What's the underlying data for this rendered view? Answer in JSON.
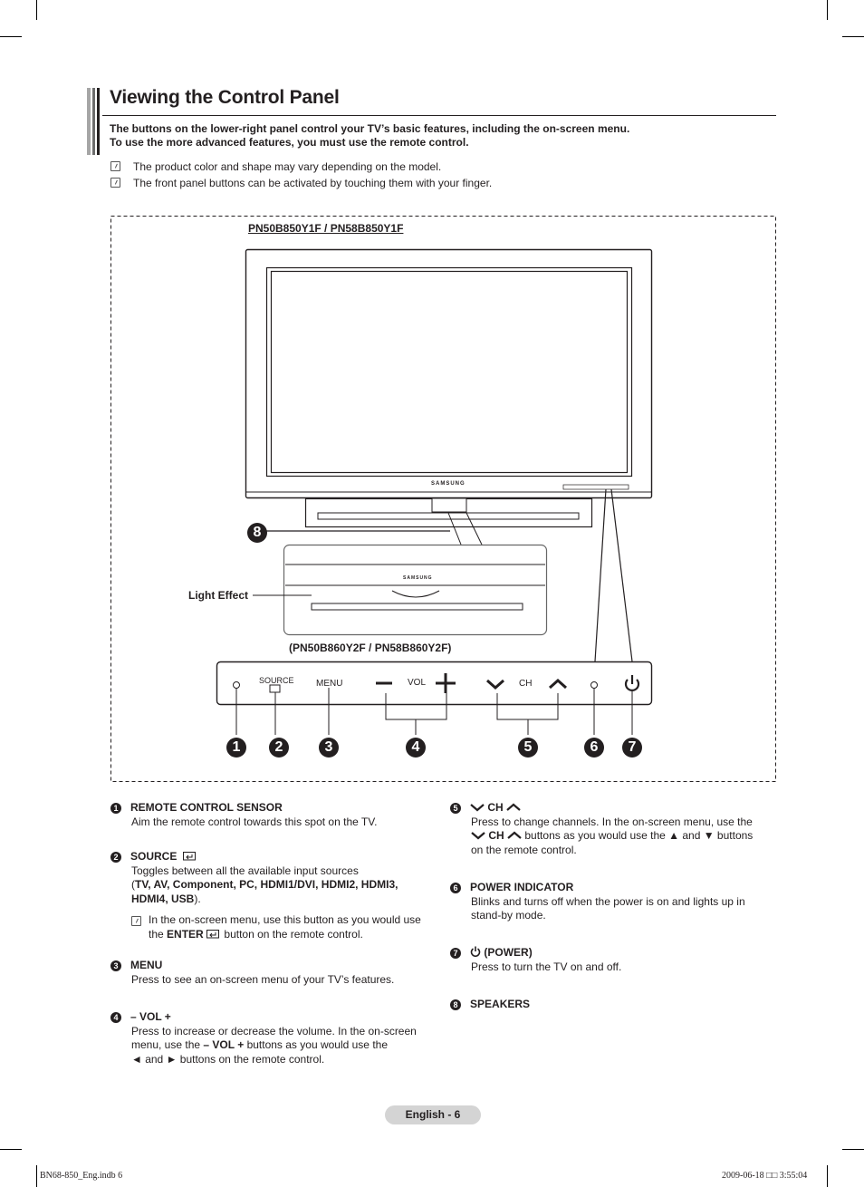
{
  "page": {
    "title": "Viewing the Control Panel",
    "intro_line1": "The buttons on the lower-right panel control your TV’s basic features, including the on-screen menu.",
    "intro_line2": "To use the more advanced features, you must use the remote control.",
    "notes": [
      "The product color and shape may vary depending on the model.",
      "The front panel buttons can be activated by touching them with your finger."
    ]
  },
  "figure": {
    "model_top": "PN50B850Y1F / PN58B850Y1F",
    "model_bottom": "(PN50B860Y2F / PN58B860Y2F)",
    "brand": "SAMSUNG",
    "light_effect_label": "Light Effect",
    "panel_labels": {
      "source": "SOURCE",
      "menu": "MENU",
      "vol": "VOL",
      "ch": "CH"
    },
    "callouts": [
      "1",
      "2",
      "3",
      "4",
      "5",
      "6",
      "7",
      "8"
    ]
  },
  "items": {
    "1": {
      "num": "1",
      "heading": "REMOTE CONTROL SENSOR",
      "body": "Aim the remote control towards this spot on the TV."
    },
    "2": {
      "num": "2",
      "heading": "SOURCE",
      "body1": "Toggles between all the available input sources",
      "open_paren": "(",
      "inputs_line1": "TV, AV, Component, PC, HDMI1/DVI, HDMI2, HDMI3,",
      "inputs_line2": "HDMI4, USB",
      "close": ").",
      "note_a": "In the on-screen menu, use this button as you would use",
      "note_b_pre": "the",
      "note_b_bold": "ENTER",
      "note_b_post": "button on the remote control."
    },
    "3": {
      "num": "3",
      "heading": "MENU",
      "body": "Press to see an on-screen menu of your TV’s features."
    },
    "4": {
      "num": "4",
      "heading": "– VOL +",
      "body1": "Press to increase or decrease the volume. In the on-screen",
      "body2_pre": "menu, use the",
      "body2_bold": "– VOL +",
      "body2_post": "buttons as you would use the",
      "body3": "◄ and ► buttons on the remote control."
    },
    "5": {
      "num": "5",
      "heading": "CH",
      "body1": "Press to change channels. In the on-screen menu, use the",
      "body2_bold": "CH",
      "body2_post": "buttons as you would use the ▲ and ▼ buttons",
      "body3": "on the remote control."
    },
    "6": {
      "num": "6",
      "heading": "POWER INDICATOR",
      "body1": "Blinks and turns off when the power is on and lights up in",
      "body2": "stand-by mode."
    },
    "7": {
      "num": "7",
      "heading": "(POWER)",
      "body": "Press to turn the TV on and off."
    },
    "8": {
      "num": "8",
      "heading": "SPEAKERS"
    }
  },
  "footer": {
    "page_label": "English - 6",
    "slug_left": "BN68-850_Eng.indb   6",
    "slug_right": "2009-06-18   □□ 3:55:04"
  },
  "colors": {
    "text": "#231f20",
    "pill": "#d4d4d4",
    "rule": "#231f20"
  }
}
